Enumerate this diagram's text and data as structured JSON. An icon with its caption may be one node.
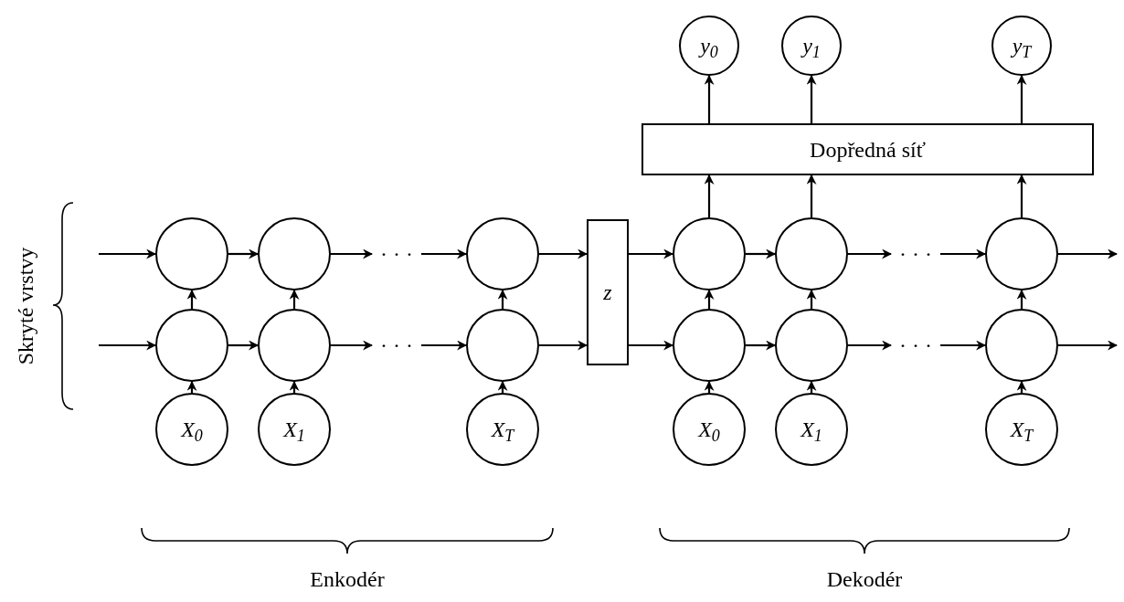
{
  "diagram": {
    "nodes": [
      {
        "text": [
          "y$_{0}$"
        ]
      },
      {
        "text": [
          "y$_{1}$"
        ]
      },
      {
        "text": [
          "y$_{T}$"
        ]
      },
      {
        "text": [
          "Dopředná síť"
        ]
      },
      {
        "text": [],
        "shape": "circle"
      },
      {
        "text": [],
        "shape": "circle"
      },
      {
        "text": [
          "· · ·"
        ]
      },
      {
        "text": [],
        "shape": "circle"
      },
      {
        "text": [
          "z"
        ]
      },
      {
        "text": [],
        "shape": "circle"
      },
      {
        "text": [],
        "shape": "circle"
      },
      {
        "text": [
          "· · ·"
        ]
      },
      {
        "text": [],
        "shape": "circle"
      },
      {
        "text": [],
        "shape": "circle"
      },
      {
        "text": [],
        "shape": "circle"
      },
      {
        "text": [
          "· · ·"
        ]
      },
      {
        "text": [],
        "shape": "circle"
      },
      {
        "text": [],
        "shape": "circle"
      },
      {
        "text": [],
        "shape": "circle"
      },
      {
        "text": [
          "· · ·"
        ]
      },
      {
        "text": [],
        "shape": "circle"
      },
      {
        "text": [
          "X$_{0}$"
        ]
      },
      {
        "text": [
          "X$_{1}$"
        ]
      },
      {
        "text": [
          "X$_{T}$"
        ]
      },
      {
        "text": [
          "X$_{0}$"
        ]
      },
      {
        "text": [
          "X$_{1}$"
        ]
      },
      {
        "text": [
          "X$_{T}$"
        ]
      }
    ],
    "edges": [
      {
        "from": null,
        "to": 4,
        "arrow": "to"
      },
      {
        "from": 4,
        "to": 5,
        "arrow": "to"
      },
      {
        "from": 5,
        "to": 6,
        "arrow": "to"
      },
      {
        "from": 6,
        "to": 7,
        "arrow": "to"
      },
      {
        "from": 7,
        "to": 8,
        "arrow": "to"
      },
      {
        "from": 8,
        "to": 9,
        "arrow": "to"
      },
      {
        "from": 9,
        "to": 10,
        "arrow": "to"
      },
      {
        "from": 10,
        "to": 11,
        "arrow": "to"
      },
      {
        "from": 11,
        "to": 12,
        "arrow": "to"
      },
      {
        "from": 12,
        "to": null,
        "arrow": "to"
      },
      {
        "from": null,
        "to": 13,
        "arrow": "to"
      },
      {
        "from": 13,
        "to": 14,
        "arrow": "to"
      },
      {
        "from": 14,
        "to": 15,
        "arrow": "to"
      },
      {
        "from": 15,
        "to": 16,
        "arrow": "to"
      },
      {
        "from": 16,
        "to": 8,
        "arrow": "to"
      },
      {
        "from": 8,
        "to": 17,
        "arrow": "to"
      },
      {
        "from": 17,
        "to": 18,
        "arrow": "to"
      },
      {
        "from": 18,
        "to": 19,
        "arrow": "to"
      },
      {
        "from": 19,
        "to": 20,
        "arrow": "to"
      },
      {
        "from": 20,
        "to": null,
        "arrow": "to"
      },
      {
        "from": 13,
        "to": 4,
        "arrow": "to"
      },
      {
        "from": 14,
        "to": 5,
        "arrow": "to"
      },
      {
        "from": 16,
        "to": 7,
        "arrow": "to"
      },
      {
        "from": 17,
        "to": 9,
        "arrow": "to"
      },
      {
        "from": 18,
        "to": 10,
        "arrow": "to"
      },
      {
        "from": 20,
        "to": 12,
        "arrow": "to"
      },
      {
        "from": 21,
        "to": 13,
        "arrow": "to"
      },
      {
        "from": 22,
        "to": 14,
        "arrow": "to"
      },
      {
        "from": 23,
        "to": 16,
        "arrow": "to"
      },
      {
        "from": 24,
        "to": 17,
        "arrow": "to"
      },
      {
        "from": 25,
        "to": 18,
        "arrow": "to"
      },
      {
        "from": 26,
        "to": 20,
        "arrow": "to"
      },
      {
        "from": 9,
        "to": 3,
        "arrow": "to"
      },
      {
        "from": 10,
        "to": 3,
        "arrow": "to"
      },
      {
        "from": 12,
        "to": 3,
        "arrow": "to"
      },
      {
        "from": 3,
        "to": 0,
        "arrow": "to"
      },
      {
        "from": 3,
        "to": 1,
        "arrow": "to"
      },
      {
        "from": 3,
        "to": 2,
        "arrow": "to"
      }
    ],
    "labels": [
      "Skryté vrstvy",
      "Enkodér",
      "Dekodér"
    ]
  }
}
